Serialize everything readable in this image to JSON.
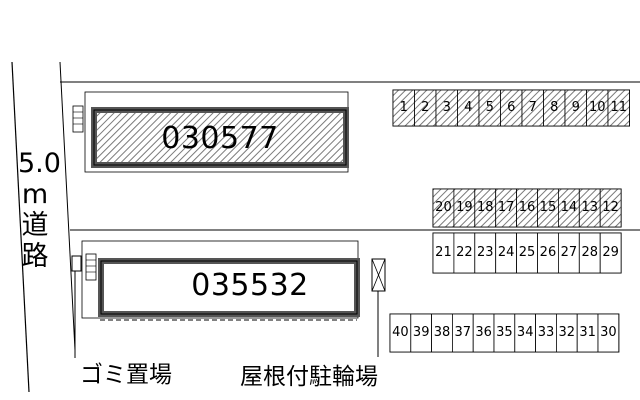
{
  "road_label": [
    "5.0",
    "m",
    "道",
    "路"
  ],
  "buildings": [
    {
      "code": "030577"
    },
    {
      "code": "035532"
    }
  ],
  "labels": {
    "garbage": "ゴミ置場",
    "bicycle_parking": "屋根付駐輪場"
  },
  "parking": {
    "row1": [
      "1",
      "2",
      "3",
      "4",
      "5",
      "6",
      "7",
      "8",
      "9",
      "10",
      "11"
    ],
    "row2": [
      "20",
      "19",
      "18",
      "17",
      "16",
      "15",
      "14",
      "13",
      "12"
    ],
    "row3": [
      "21",
      "22",
      "23",
      "24",
      "25",
      "26",
      "27",
      "28",
      "29"
    ],
    "row4": [
      "40",
      "39",
      "38",
      "37",
      "36",
      "35",
      "34",
      "33",
      "32",
      "31",
      "30"
    ]
  }
}
